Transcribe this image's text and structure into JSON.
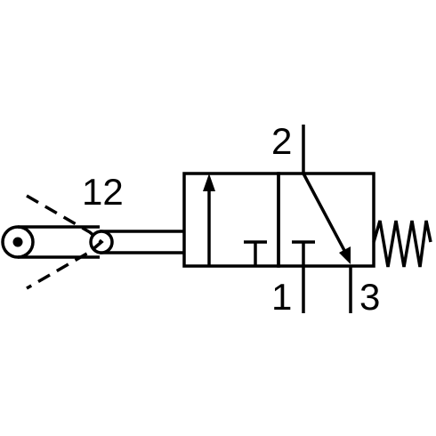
{
  "symbol": {
    "actuator_label": "12",
    "ports": {
      "outlet": "2",
      "supply": "1",
      "exhaust": "3"
    }
  },
  "colors": {
    "stroke": "#000000",
    "background": "#ffffff"
  }
}
